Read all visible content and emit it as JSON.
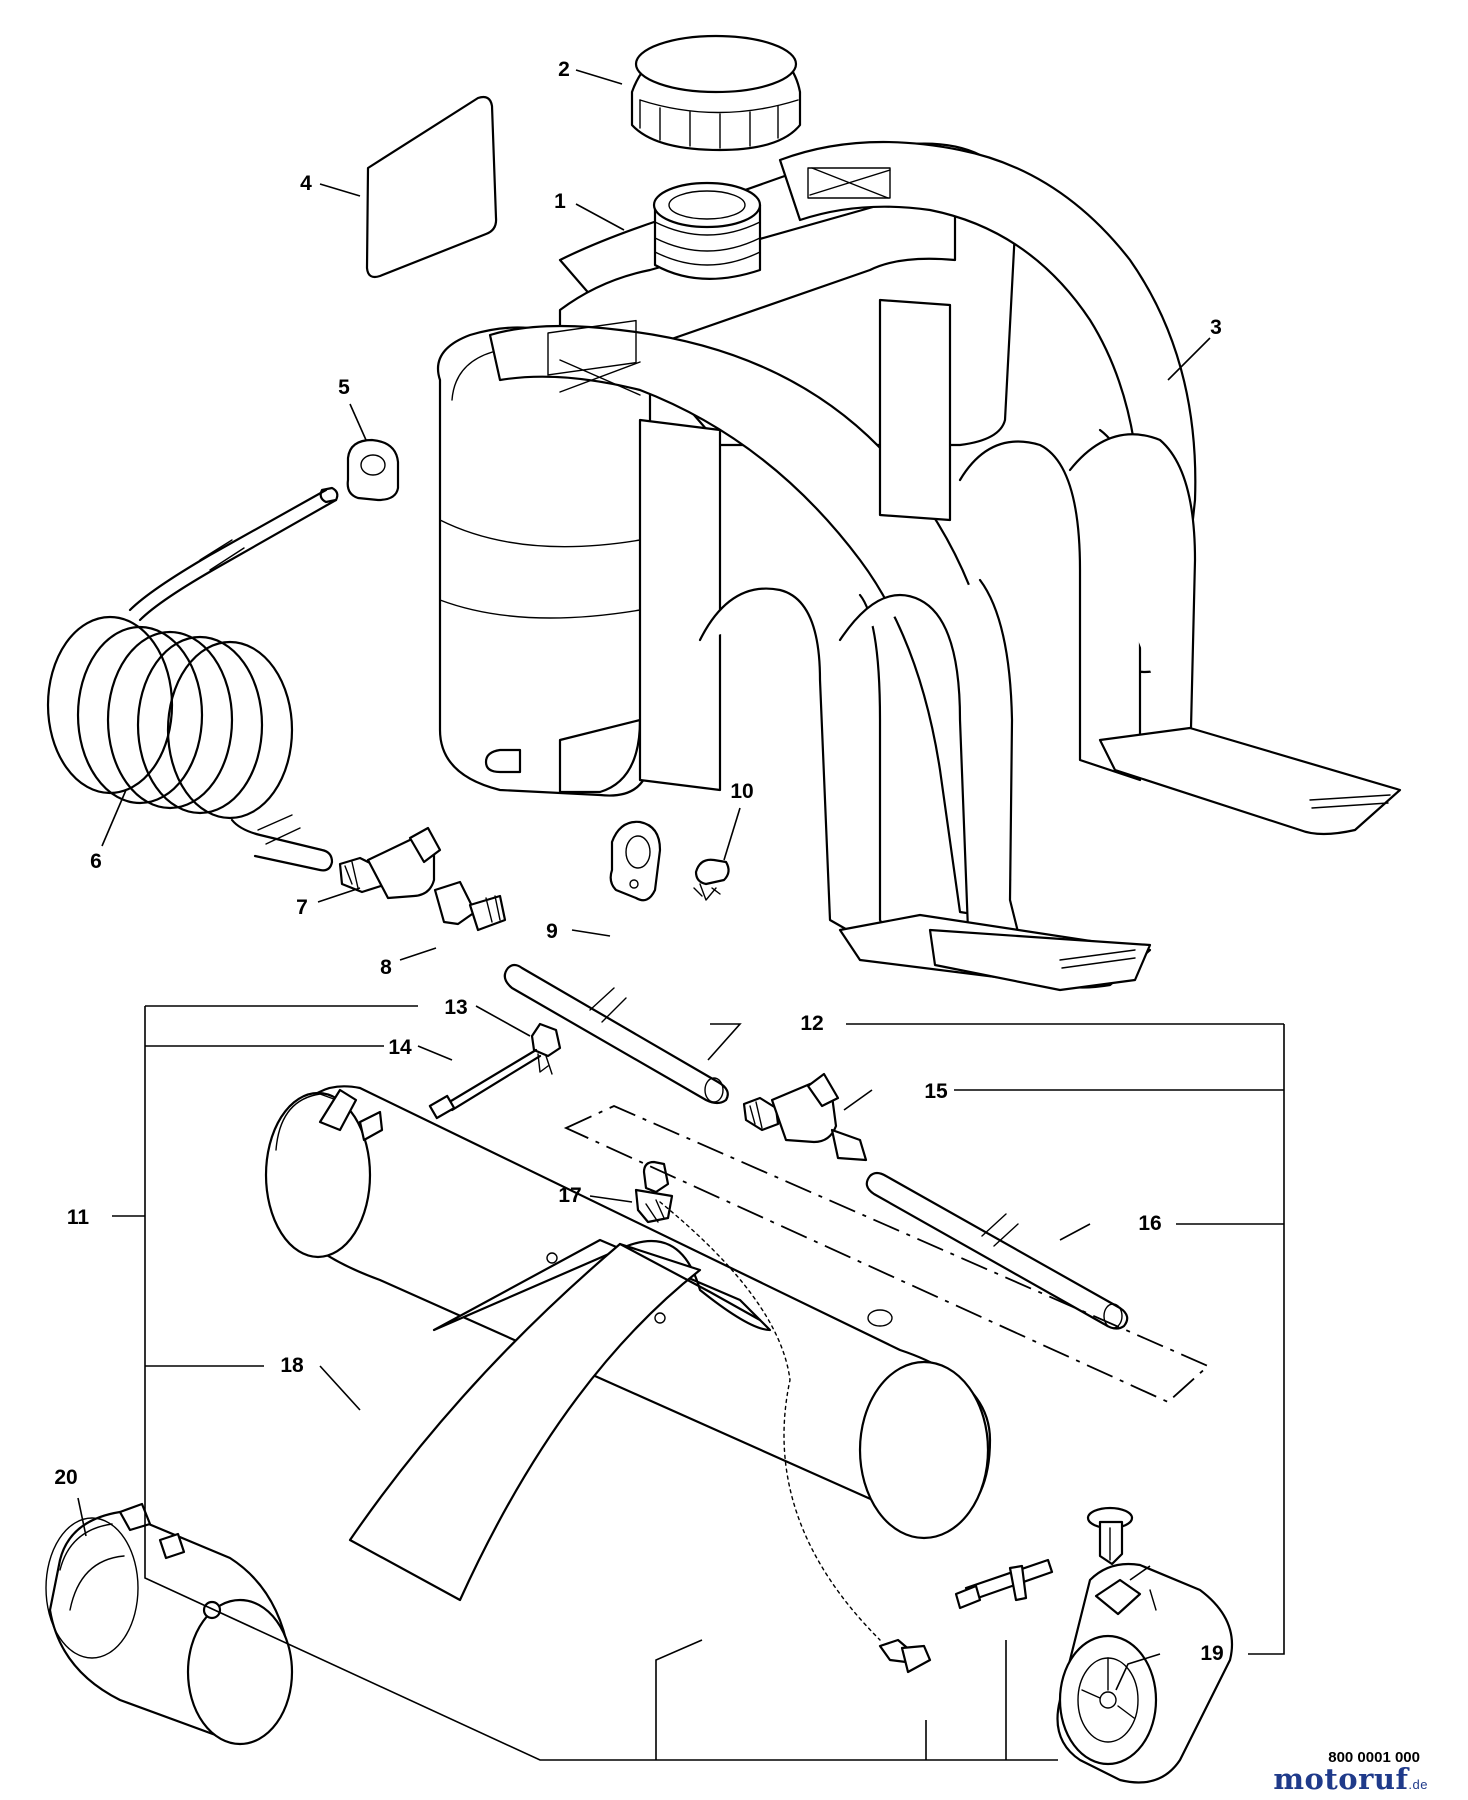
{
  "callouts": {
    "c1": "1",
    "c2": "2",
    "c3": "3",
    "c4": "4",
    "c5": "5",
    "c6": "6",
    "c7": "7",
    "c8": "8",
    "c9": "9",
    "c10": "10",
    "c11": "11",
    "c12": "12",
    "c13": "13",
    "c14": "14",
    "c15": "15",
    "c16": "16",
    "c17": "17",
    "c18": "18",
    "c19": "19",
    "c20": "20"
  },
  "footer": {
    "part_number": "800 0001 000",
    "watermark_main": "motoruf",
    "watermark_tld": ".de",
    "watermark_color": "#1f3a8a"
  }
}
